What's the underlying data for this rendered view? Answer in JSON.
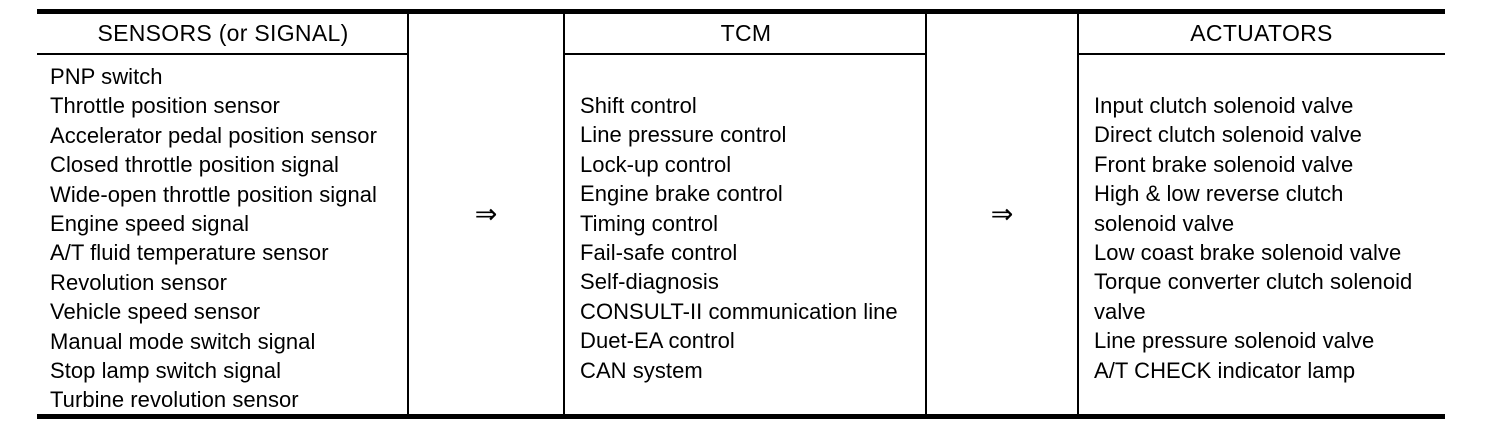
{
  "figure": {
    "title": "TCM control system inputs and outputs",
    "ink_color": "#000000",
    "background_color": "#ffffff"
  },
  "flow_arrows": [
    {
      "name": "sensors-to-tcm-arrow",
      "glyph": "⇒"
    },
    {
      "name": "tcm-to-actuators-arrow",
      "glyph": "⇒"
    }
  ],
  "columns": {
    "sensors": {
      "header": "SENSORS (or SIGNAL)",
      "items": [
        "PNP switch",
        "Throttle position sensor",
        "Accelerator pedal position sensor",
        "Closed throttle position signal",
        "Wide-open throttle position signal",
        "Engine speed signal",
        "A/T fluid temperature sensor",
        "Revolution sensor",
        "Vehicle speed sensor",
        "Manual mode switch signal",
        "Stop lamp switch signal",
        "Turbine revolution sensor"
      ]
    },
    "tcm": {
      "header": "TCM",
      "items": [
        "Shift control",
        "Line pressure control",
        "Lock-up control",
        "Engine brake control",
        "Timing control",
        "Fail-safe control",
        "Self-diagnosis",
        "CONSULT-II communication line",
        "Duet-EA control",
        "CAN system"
      ]
    },
    "actuators": {
      "header": "ACTUATORS",
      "items": [
        "Input clutch solenoid valve",
        "Direct clutch solenoid valve",
        "Front brake solenoid valve",
        "High & low reverse clutch solenoid valve",
        "Low coast brake solenoid valve",
        "Torque converter clutch solenoid valve",
        "Line pressure solenoid valve",
        "A/T CHECK indicator lamp"
      ],
      "wrapped_item_indexes": [
        3,
        5
      ]
    }
  }
}
